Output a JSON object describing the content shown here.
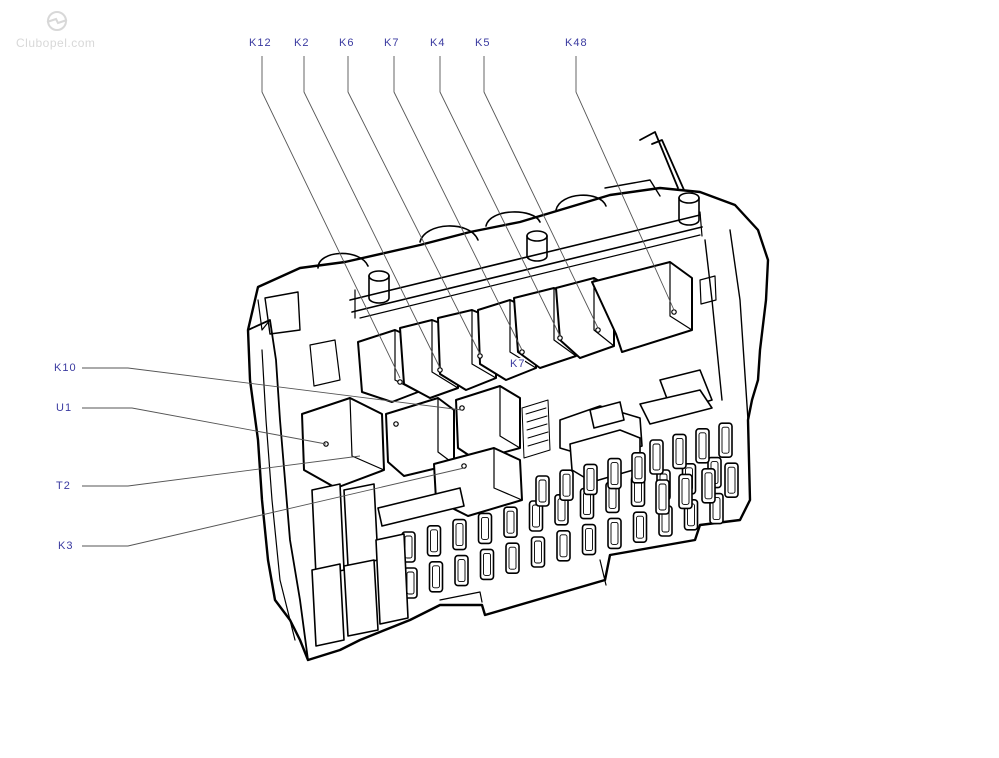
{
  "watermark": {
    "text": "Clubopel.com"
  },
  "colors": {
    "line": "#000000",
    "label": "#3a3aa0",
    "leader": "#555555",
    "background": "#ffffff"
  },
  "labels": {
    "top": [
      "K12",
      "K2",
      "K6",
      "K7",
      "K4",
      "K5",
      "K48"
    ],
    "left": [
      "K10",
      "U1",
      "T2",
      "K3"
    ],
    "inner": "K7"
  }
}
